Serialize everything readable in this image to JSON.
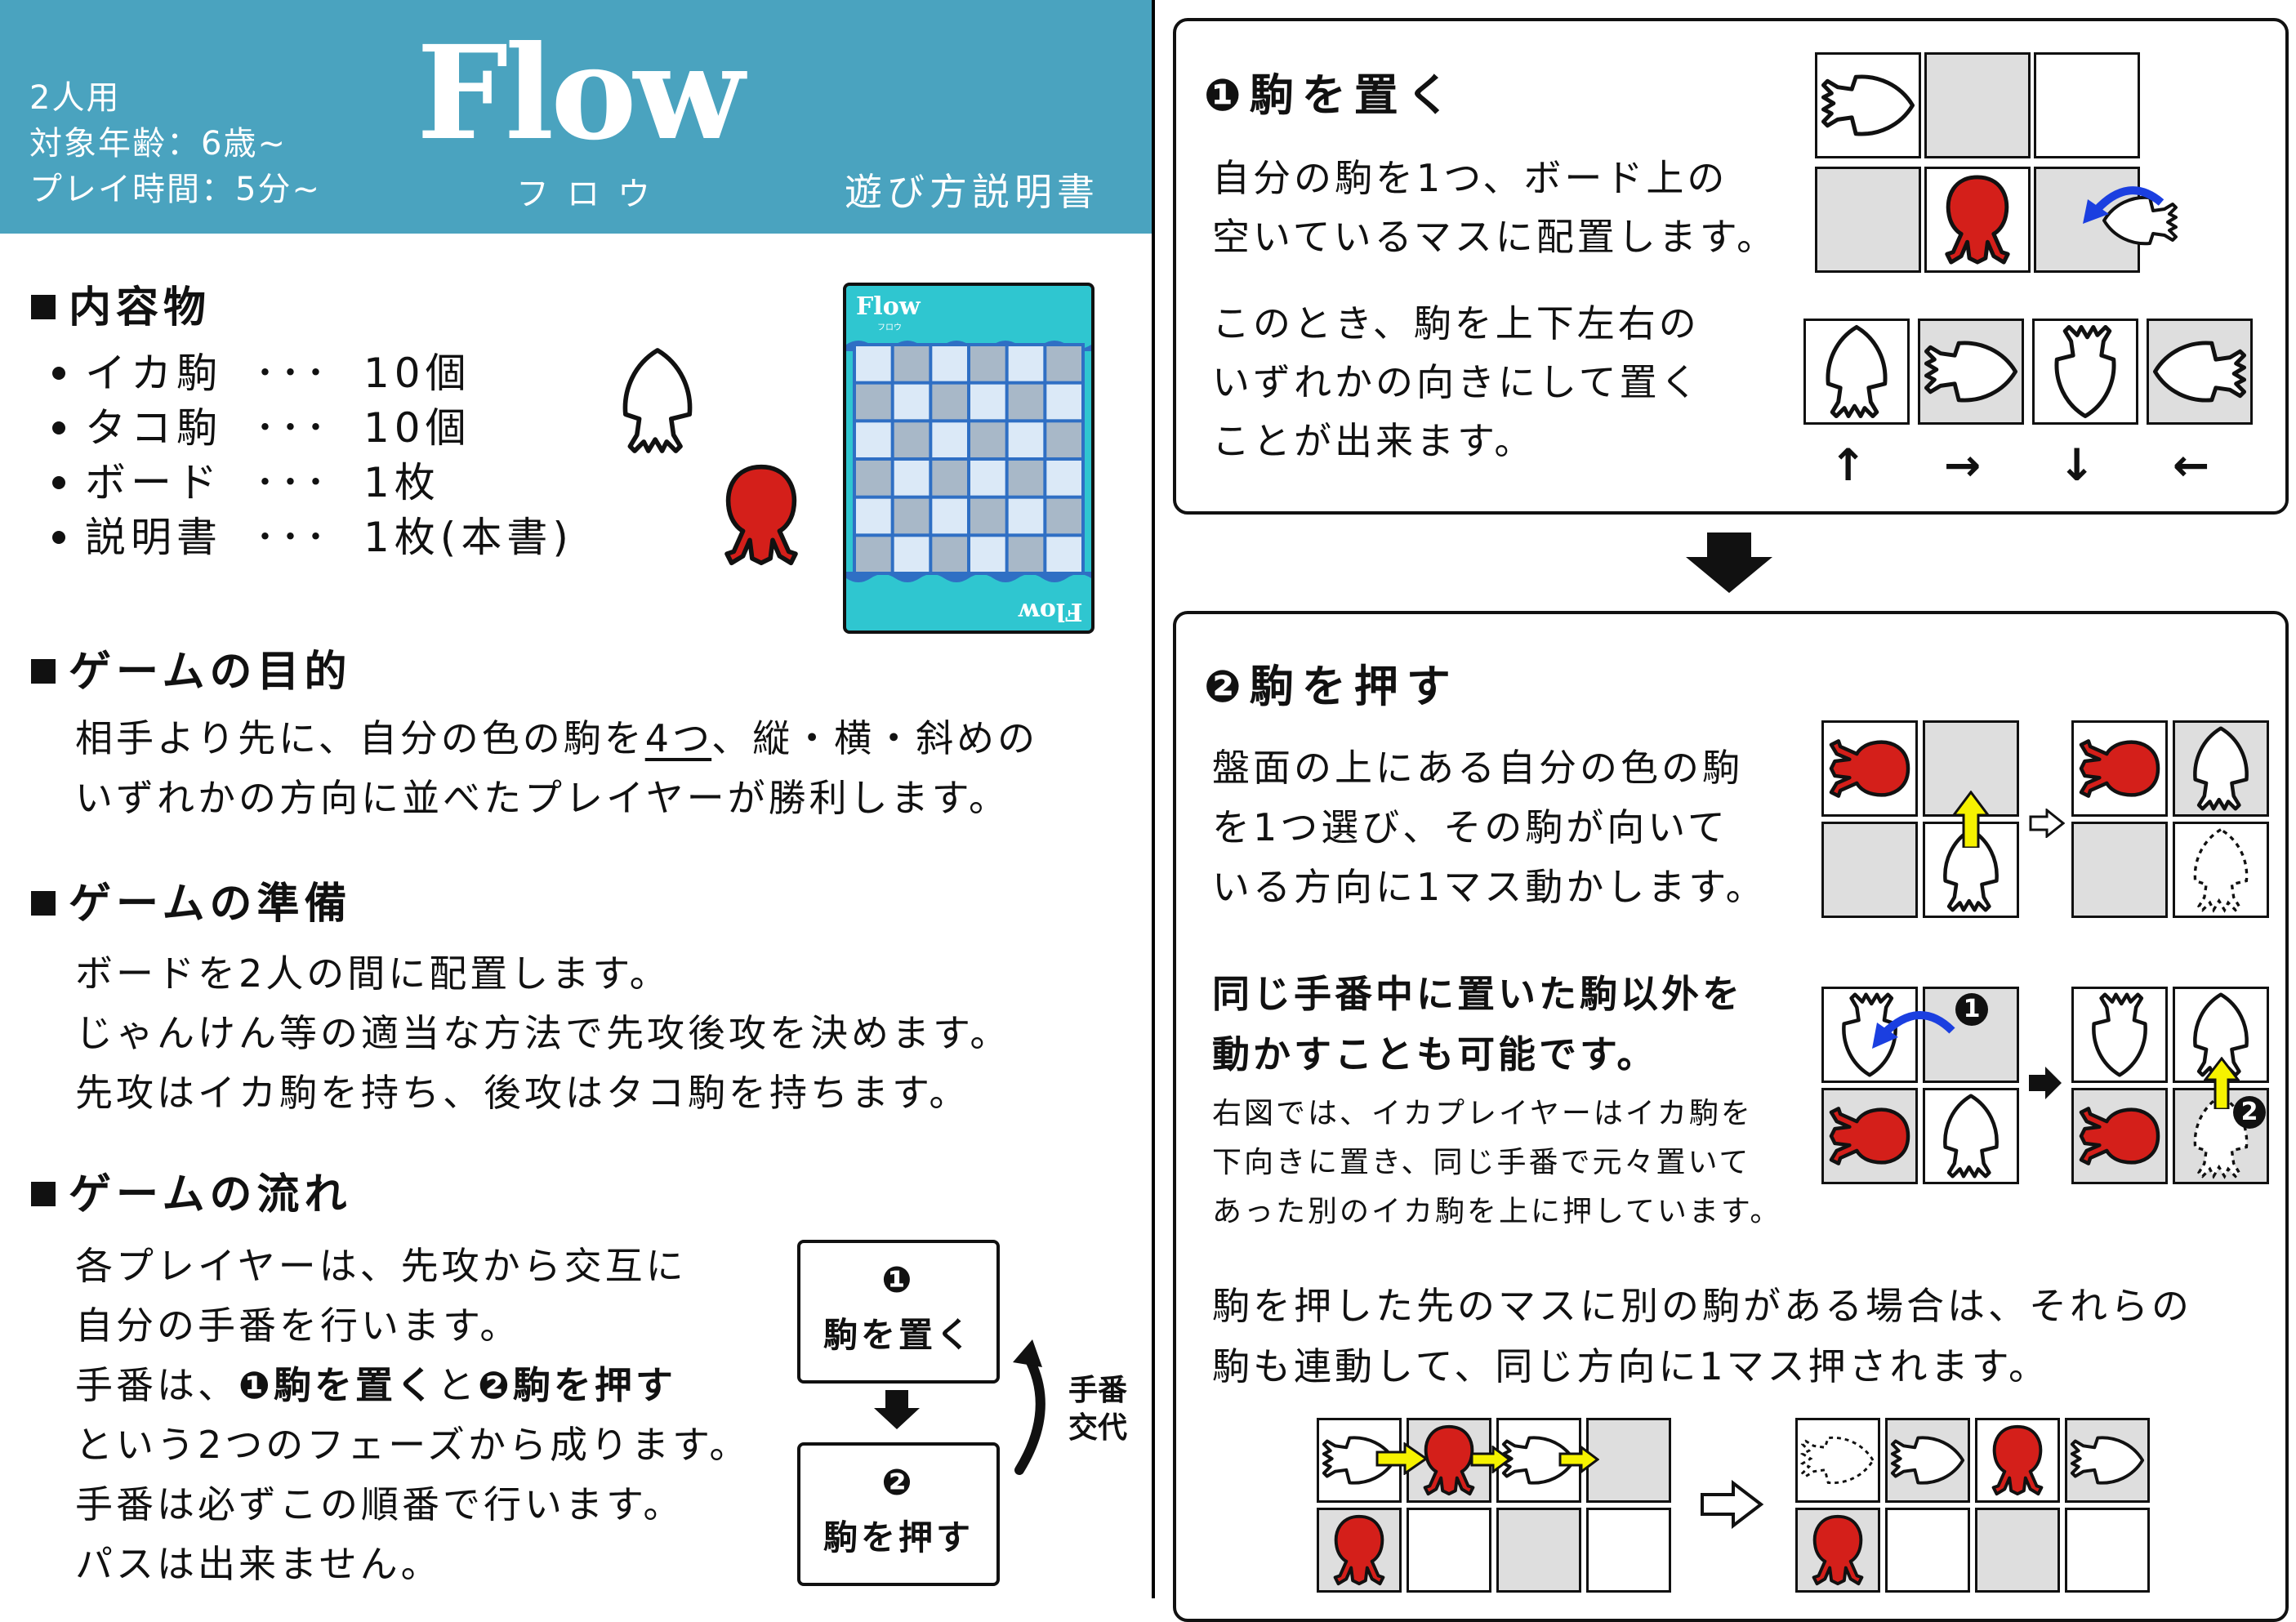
{
  "header": {
    "players": "2人用",
    "age": "対象年齢：6歳~",
    "time": "プレイ時間：5分~",
    "title": "Flow",
    "subtitle": "フロウ",
    "manual_label": "遊び方説明書"
  },
  "contents": {
    "heading": "内容物",
    "items": [
      {
        "name": "イカ駒",
        "dots": "･･･",
        "qty": "10個"
      },
      {
        "name": "タコ駒",
        "dots": "･･･",
        "qty": "10個"
      },
      {
        "name": "ボード",
        "dots": "･･･",
        "qty": "1枚"
      },
      {
        "name": "説明書",
        "dots": "･･･",
        "qty": "1枚(本書)"
      }
    ],
    "board_title": "Flow",
    "board_sub": "フロウ"
  },
  "goal": {
    "heading": "ゲームの目的",
    "line1_a": "相手より先に、自分の色の駒を",
    "line1_u": "4つ",
    "line1_b": "、縦・横・斜めの",
    "line2": "いずれかの方向に並べたプレイヤーが勝利します。"
  },
  "setup": {
    "heading": "ゲームの準備",
    "lines": [
      "ボードを2人の間に配置します。",
      "じゃんけん等の適当な方法で先攻後攻を決めます。",
      "先攻はイカ駒を持ち、後攻はタコ駒を持ちます。"
    ]
  },
  "flow": {
    "heading": "ゲームの流れ",
    "line1": "各プレイヤーは、先攻から交互に",
    "line2": "自分の手番を行います。",
    "line3_a": "手番は、",
    "line3_b": "❶駒を置く",
    "line3_c": "と",
    "line3_d": "❷駒を押す",
    "line4": "という2つのフェーズから成ります。",
    "line5": "手番は必ずこの順番で行います。",
    "line6": "パスは出来ません。",
    "box1_num": "❶",
    "box1_label": "駒を置く",
    "box2_num": "❷",
    "box2_label": "駒を押す",
    "turn_change_1": "手番",
    "turn_change_2": "交代"
  },
  "step1": {
    "heading": "❶駒を置く",
    "text1": "自分の駒を1つ、ボード上の",
    "text2": "空いているマスに配置します。",
    "text3": "このとき、駒を上下左右の",
    "text4": "いずれかの向きにして置く",
    "text5": "ことが出来ます。",
    "arrows": [
      "↑",
      "→",
      "↓",
      "←"
    ]
  },
  "step2": {
    "heading": "❷駒を押す",
    "text1": "盤面の上にある自分の色の駒",
    "text2": "を1つ選び、その駒が向いて",
    "text3": "いる方向に1マス動かします。",
    "bold1": "同じ手番中に置いた駒以外を",
    "bold2": "動かすことも可能です。",
    "small1": "右図では、イカプレイヤーはイカ駒を",
    "small2": "下向きに置き、同じ手番で元々置いて",
    "small3": "あった別のイカ駒を上に押しています。",
    "chain1": "駒を押した先のマスに別の駒がある場合は、それらの",
    "chain2": "駒も連動して、同じ方向に1マス押されます。",
    "badge1": "1",
    "badge2": "2"
  },
  "colors": {
    "header_bg": "#4aa3bf",
    "octopus_red": "#d41f1a",
    "board_cyan": "#2fc6d0",
    "board_blue": "#2f6fc4",
    "arrow_blue": "#1b3fe0",
    "arrow_yellow": "#f6f200",
    "cell_gray": "#dedede"
  }
}
